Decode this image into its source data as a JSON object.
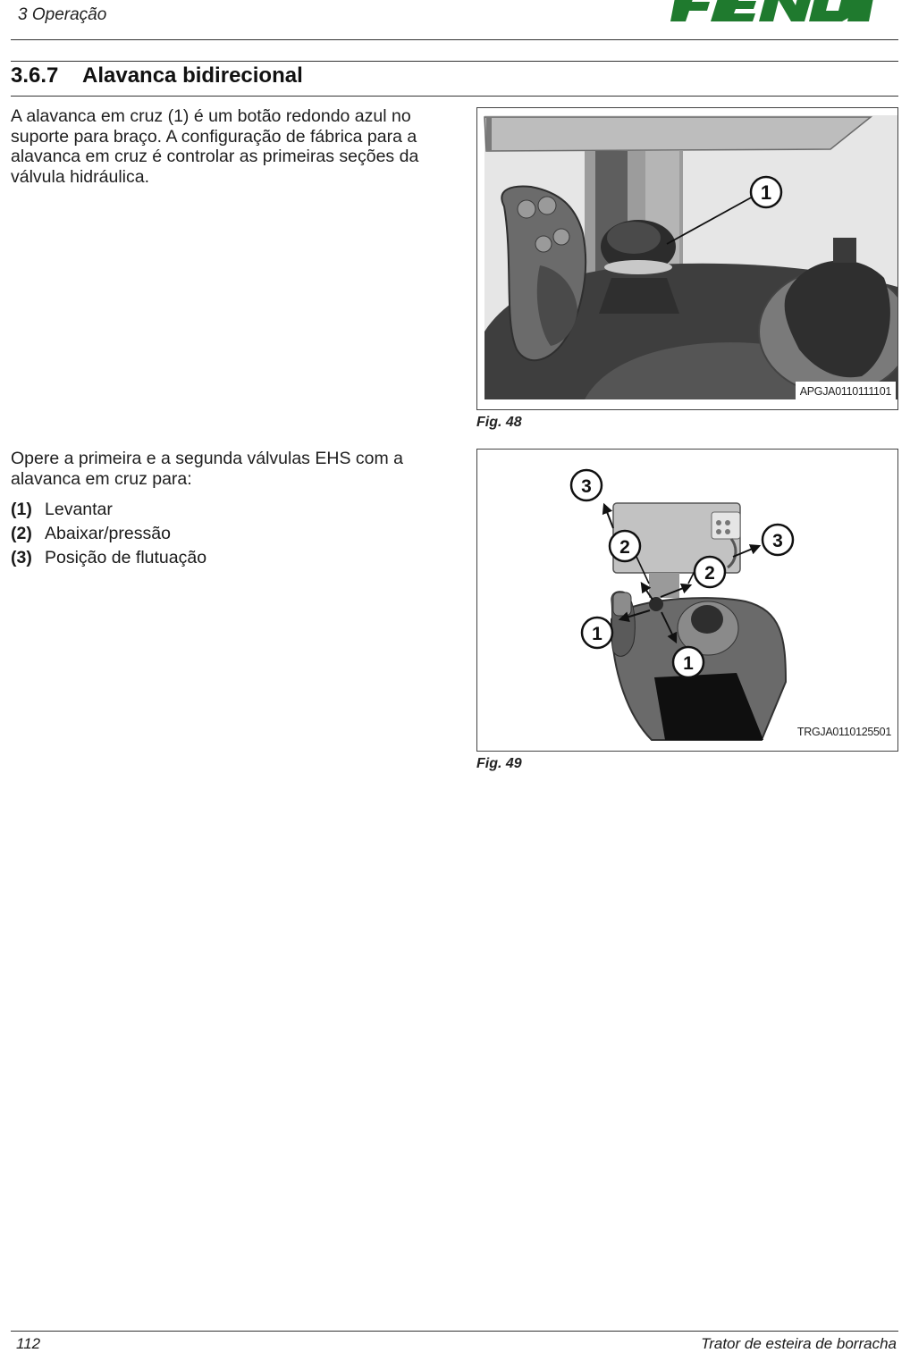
{
  "header": {
    "chapter": "3 Operação",
    "brand": "FENDT",
    "brand_color": "#1f7a2e"
  },
  "section": {
    "number": "3.6.7",
    "title": "Alavanca bidirecional"
  },
  "intro_paragraph": "A alavanca em cruz (1) é um botão redondo azul no suporte para braço. A configuração de fábrica para a alavanca em cruz é controlar as primeiras seções da válvula hidráulica.",
  "second_paragraph": "Opere a primeira e a segunda válvulas EHS com a alavanca em cruz para:",
  "legend": [
    {
      "key": "(1)",
      "text": "Levantar"
    },
    {
      "key": "(2)",
      "text": "Abaixar/pressão"
    },
    {
      "key": "(3)",
      "text": "Posição de flutuação"
    }
  ],
  "figures": [
    {
      "caption": "Fig. 48",
      "code": "APGJA0110111101",
      "callouts": [
        "1"
      ]
    },
    {
      "caption": "Fig. 49",
      "code": "TRGJA0110125501",
      "callouts": [
        "3",
        "2",
        "3",
        "2",
        "1",
        "1"
      ]
    }
  ],
  "footer": {
    "page_number": "112",
    "document_title": "Trator de esteira de borracha"
  }
}
